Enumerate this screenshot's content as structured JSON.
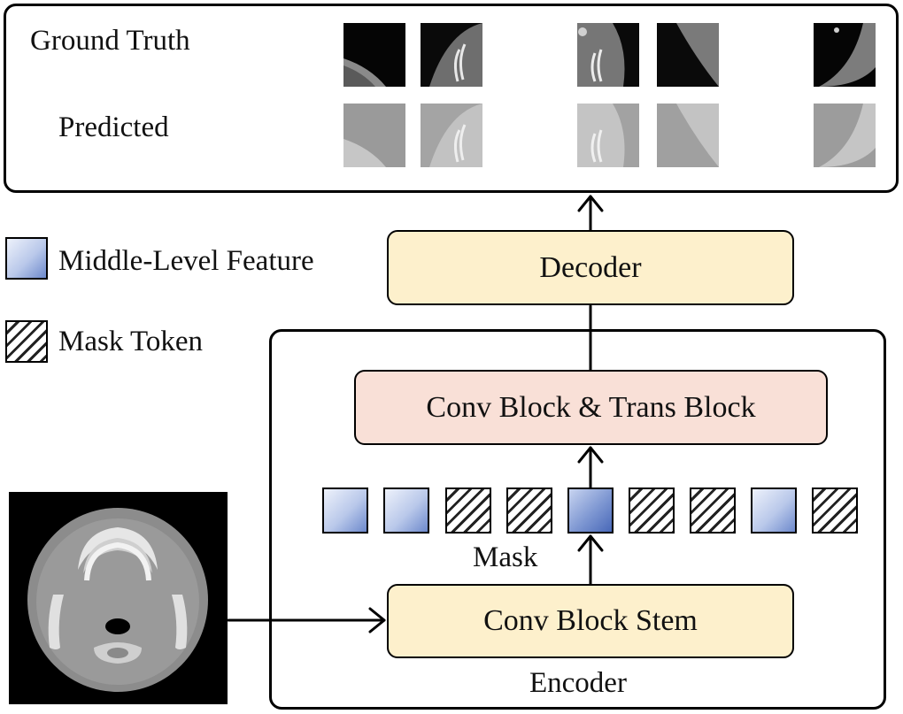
{
  "recon_panel": {
    "ground_truth_label": "Ground Truth",
    "predicted_label": "Predicted"
  },
  "legend": {
    "feature_label": "Middle-Level Feature",
    "mask_label": "Mask Token"
  },
  "modules": {
    "decoder": "Decoder",
    "conv_trans": "Conv Block & Trans Block",
    "stem": "Conv Block Stem"
  },
  "labels": {
    "mask": "Mask",
    "encoder": "Encoder"
  },
  "token_sequence": [
    "feature",
    "feature",
    "mask",
    "mask",
    "feature",
    "mask",
    "mask",
    "feature",
    "mask"
  ],
  "colors": {
    "decoder_fill": "#fdf0cc",
    "stem_fill": "#fdf0cc",
    "conv_trans_fill": "#f9e0d7",
    "feature_blue": "#6d89cc"
  }
}
